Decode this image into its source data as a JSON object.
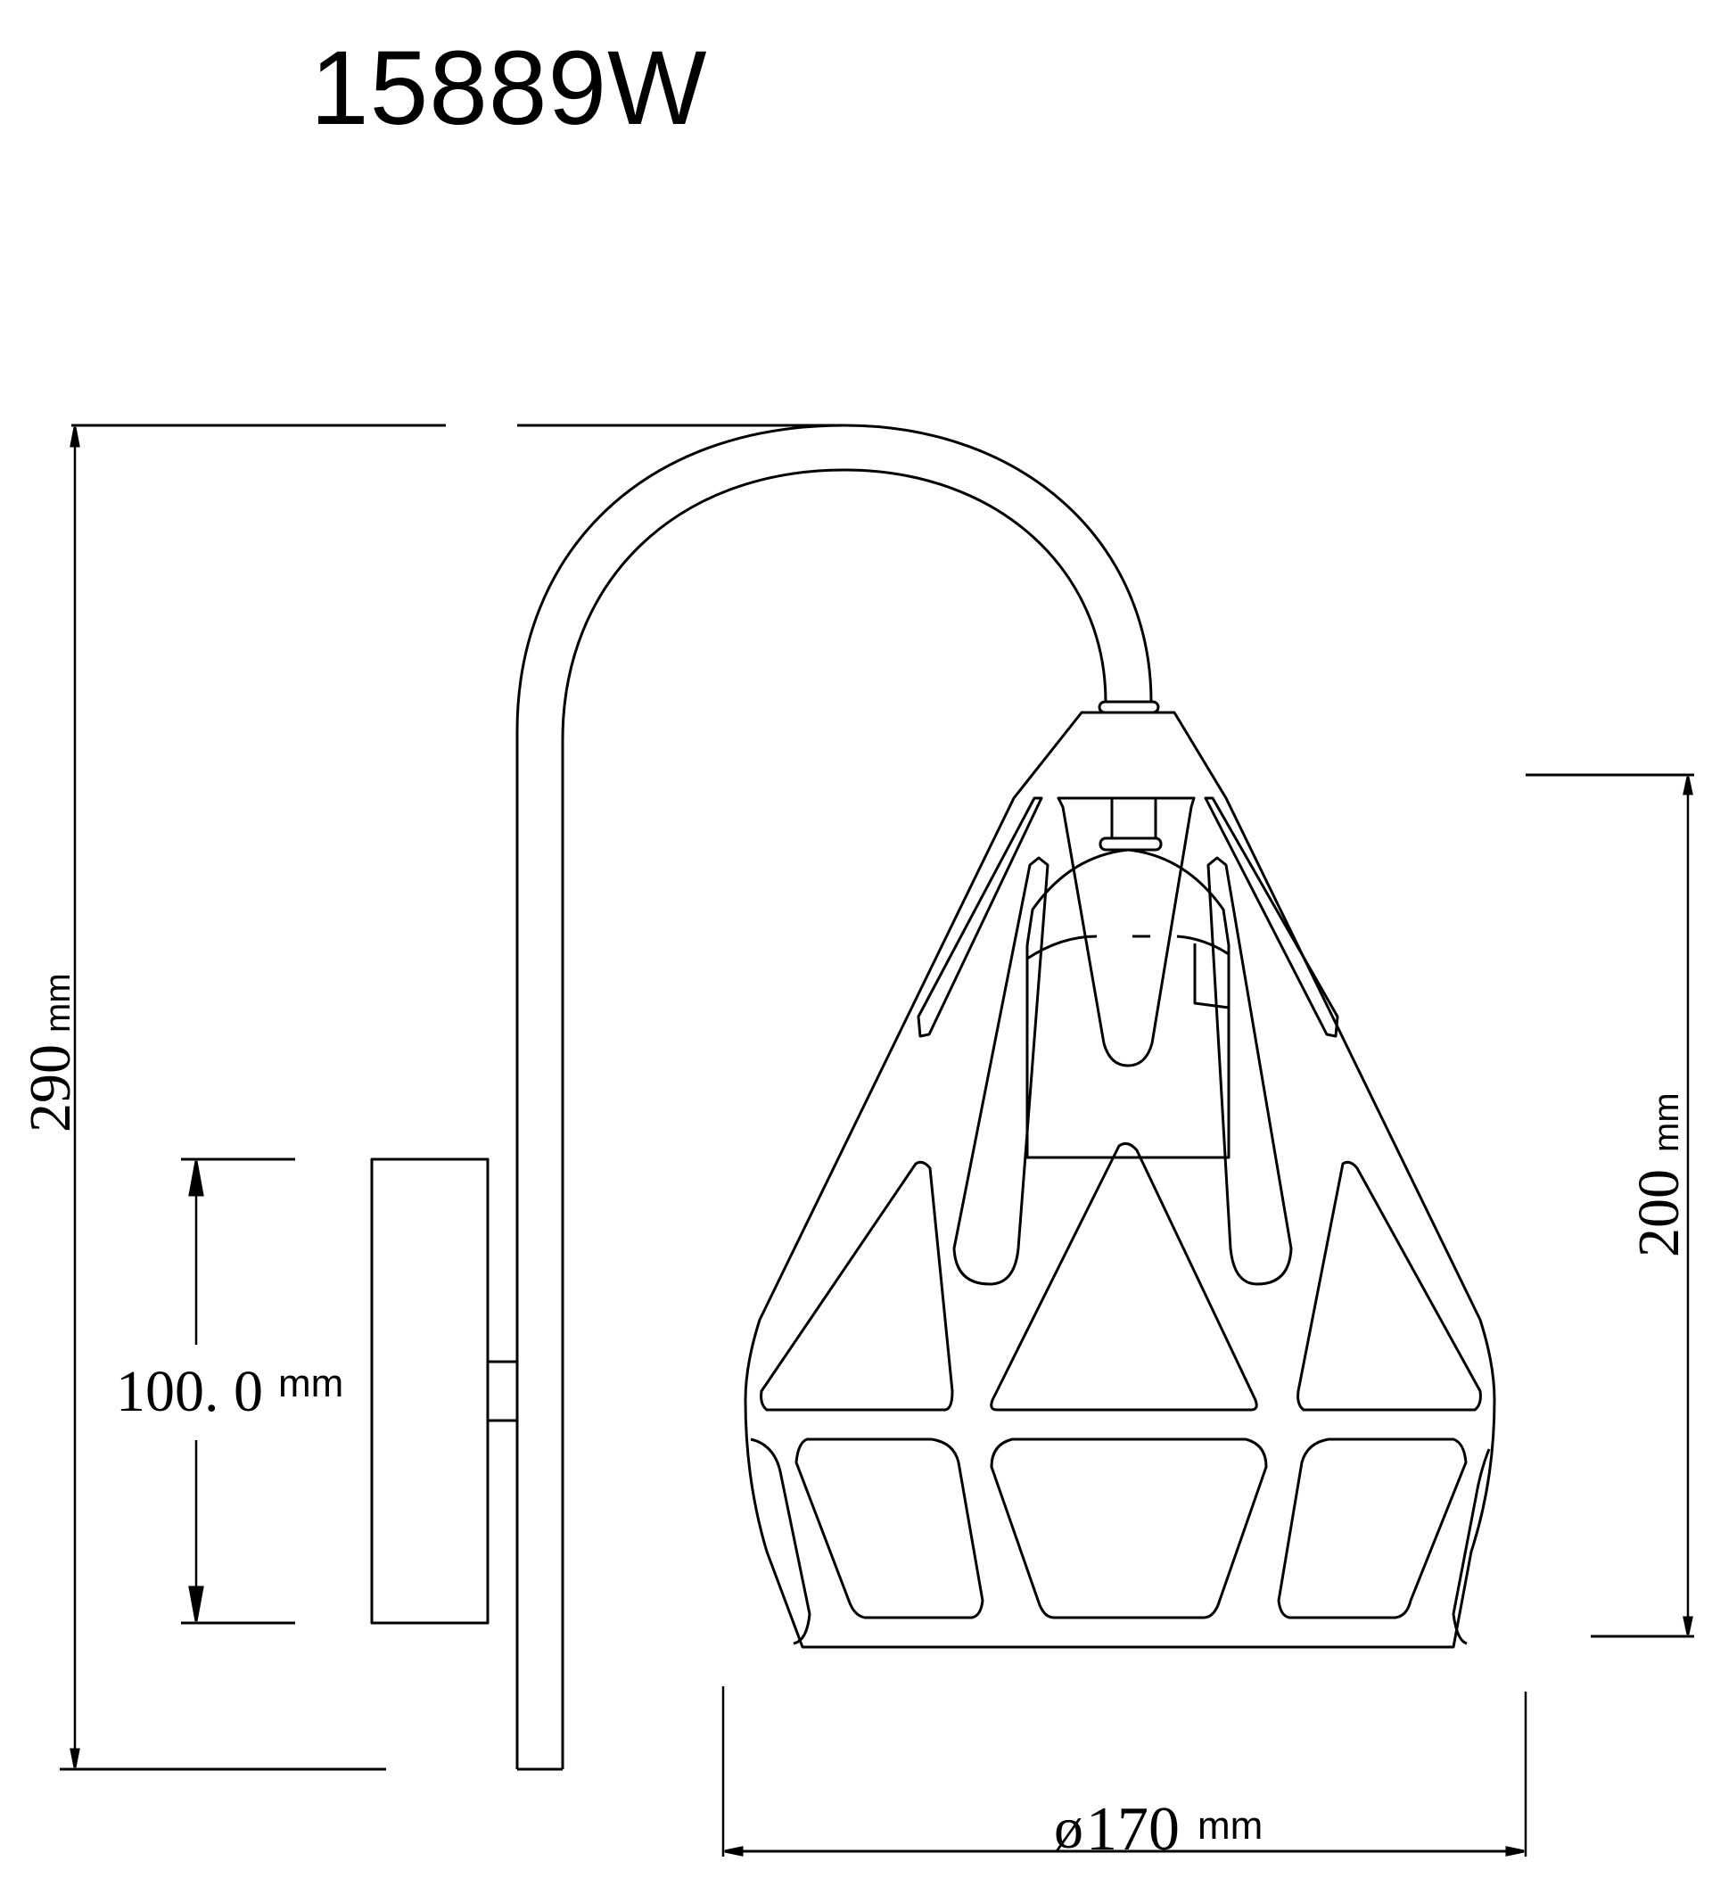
{
  "drawing": {
    "model_number": "15889W",
    "view": "side elevation",
    "line_color": "#000000",
    "background": "#ffffff"
  },
  "dimensions": {
    "overall_height": {
      "value": "290",
      "unit": "mm",
      "orientation": "vertical"
    },
    "backplate_height": {
      "value": "100. 0",
      "unit": "mm",
      "orientation": "vertical"
    },
    "shade_height": {
      "value": "200",
      "unit": "mm",
      "orientation": "vertical"
    },
    "shade_diameter": {
      "symbol": "ø",
      "value": "170",
      "unit": "mm",
      "orientation": "horizontal"
    }
  },
  "components": [
    {
      "name": "wall-backplate"
    },
    {
      "name": "connector"
    },
    {
      "name": "curved-arm"
    },
    {
      "name": "lamp-holder"
    },
    {
      "name": "cage-shade"
    }
  ]
}
